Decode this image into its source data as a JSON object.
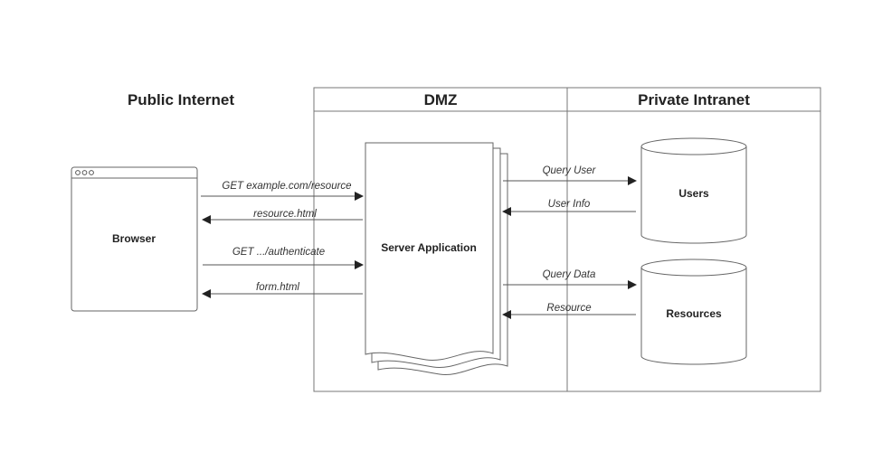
{
  "zones": {
    "public": "Public Internet",
    "dmz": "DMZ",
    "private": "Private Intranet"
  },
  "nodes": {
    "browser": "Browser",
    "server": "Server Application",
    "users": "Users",
    "resources": "Resources"
  },
  "edges": {
    "get_resource": "GET example.com/resource",
    "resource_html": "resource.html",
    "get_authenticate": "GET .../authenticate",
    "form_html": "form.html",
    "query_user": "Query User",
    "user_info": "User Info",
    "query_data": "Query Data",
    "resource": "Resource"
  },
  "colors": {
    "line": "#555555",
    "border": "#666666",
    "text": "#222222"
  }
}
